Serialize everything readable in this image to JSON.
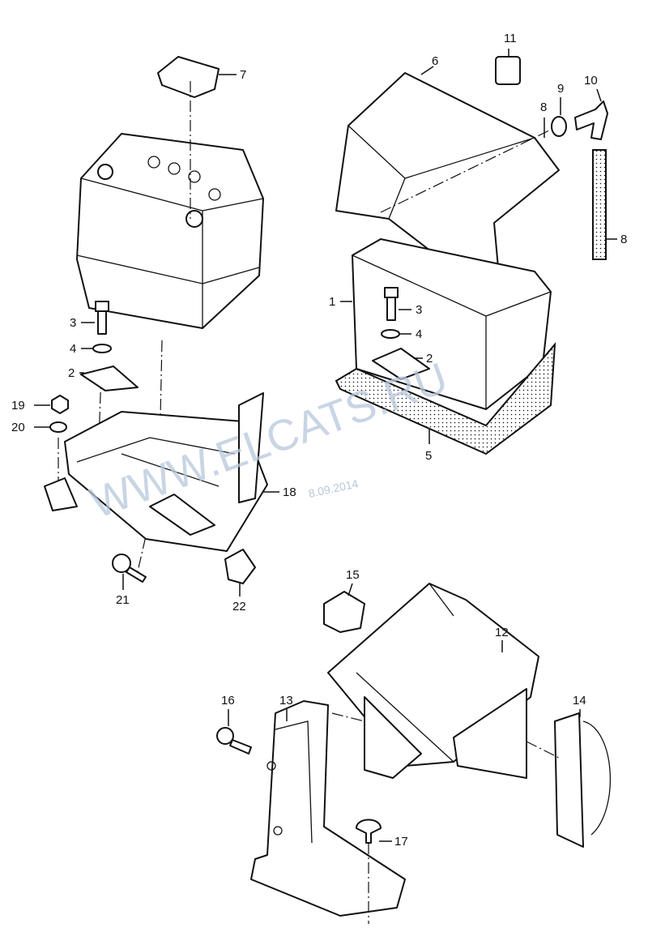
{
  "watermark": {
    "text": "WWW.ELCATS.RU",
    "date": "8.09.2014",
    "color": "#b8c8dc"
  },
  "callouts": {
    "c7": "7",
    "c6": "6",
    "c11": "11",
    "c9": "9",
    "c10": "10",
    "c8a": "8",
    "c8b": "8",
    "c1": "1",
    "c3r": "3",
    "c4r": "4",
    "c2r": "2",
    "c5": "5",
    "c3l": "3",
    "c4l": "4",
    "c2l": "2",
    "c19": "19",
    "c20": "20",
    "c18": "18",
    "c21": "21",
    "c22": "22",
    "c15": "15",
    "c12": "12",
    "c14": "14",
    "c16": "16",
    "c13": "13",
    "c17": "17"
  }
}
